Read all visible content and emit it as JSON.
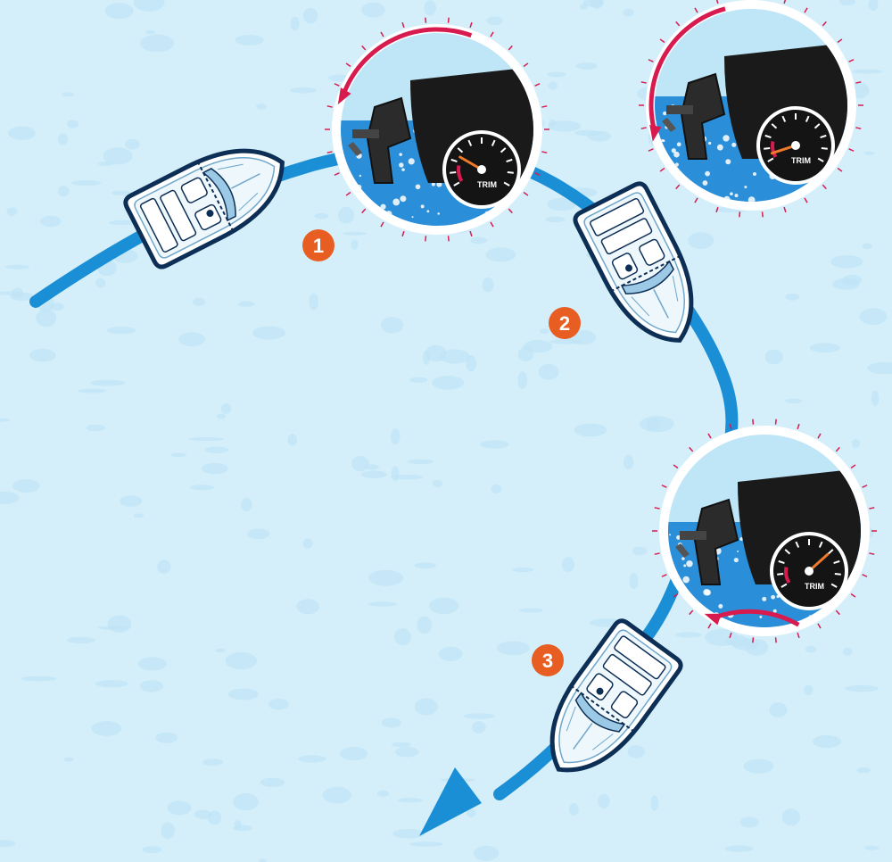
{
  "colors": {
    "water": "#d4effa",
    "water_speckle": "#bfe4f5",
    "path": "#1b8fd6",
    "arrow_accent": "#d81b4f",
    "step_badge": "#e85d22",
    "hull_outline": "#0d2f55",
    "gauge_face": "#141414",
    "engine": "#1a1a1a"
  },
  "steps": [
    {
      "number": "1"
    },
    {
      "number": "2"
    },
    {
      "number": "3"
    }
  ],
  "trim_gauges": [
    {
      "label": "TRIM",
      "arrow_direction": "counterclockwise",
      "trim_level": 0.25
    },
    {
      "label": "TRIM",
      "arrow_direction": "counterclockwise",
      "trim_level": 0.05
    },
    {
      "label": "TRIM",
      "arrow_direction": "counterclockwise",
      "trim_level": 0.7
    }
  ],
  "icons": [
    "boat-icon",
    "outboard-motor-icon",
    "trim-gauge-icon",
    "rotation-arrow-icon",
    "direction-arrow-icon"
  ]
}
